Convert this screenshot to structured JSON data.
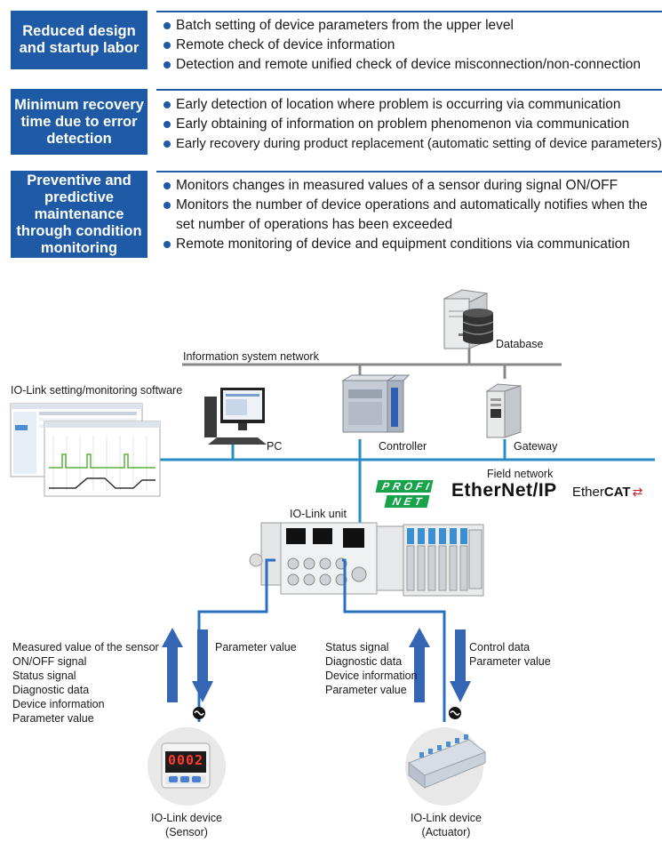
{
  "benefits": [
    {
      "title": "Reduced design and startup labor",
      "items": [
        "Batch setting of device parameters from the upper level",
        "Remote check of device information",
        "Detection and remote unified check of device misconnection/non-connection"
      ]
    },
    {
      "title": "Minimum recovery time due to error detection",
      "items": [
        "Early detection of location where problem is occurring via communication",
        "Early obtaining of information on problem phenomenon via communication",
        "Early recovery during product replacement (automatic setting of device parameters)"
      ]
    },
    {
      "title": "Preventive and predictive maintenance through condition monitoring",
      "items": [
        "Monitors changes in measured values of a sensor during signal ON/OFF",
        "Monitors the number of device operations and automatically notifies when the set number of operations has been exceeded",
        "Remote monitoring of device and equipment conditions via communication"
      ]
    }
  ],
  "diagram": {
    "database": "Database",
    "info_network": "Information system network",
    "software": "IO-Link setting/monitoring software",
    "pc": "PC",
    "controller": "Controller",
    "gateway": "Gateway",
    "field_network": "Field network",
    "logos": {
      "profinet_top": "PROFI",
      "profinet_bottom": "NET",
      "ethernetip": "EtherNet/IP",
      "ethercat_a": "Ether",
      "ethercat_b": "CAT"
    },
    "iolink_unit": "IO-Link unit",
    "sensor_up": [
      "Measured value of the sensor",
      "ON/OFF signal",
      "Status signal",
      "Diagnostic data",
      "Device information",
      "Parameter value"
    ],
    "sensor_down": "Parameter value",
    "actuator_up": [
      "Status signal",
      "Diagnostic data",
      "Device information",
      "Parameter value"
    ],
    "actuator_down": [
      "Control data",
      "Parameter value"
    ],
    "sensor_device": {
      "line1": "IO-Link device",
      "line2": "(Sensor)",
      "display": "0002"
    },
    "actuator_device": {
      "line1": "IO-Link device",
      "line2": "(Actuator)"
    },
    "colors": {
      "brand_blue": "#1f5aa6",
      "network_blue": "#2a8cc4",
      "arrow_blue": "#3466b4",
      "profinet_green": "#16a34a"
    }
  }
}
